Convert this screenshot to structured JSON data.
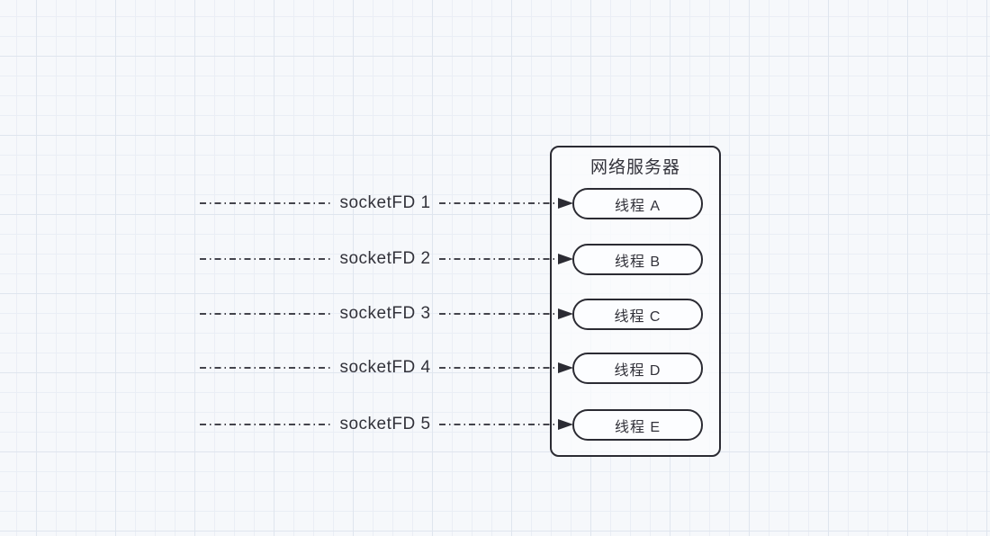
{
  "diagram": {
    "title_note": "",
    "server": {
      "title": "网络服务器"
    },
    "rows": [
      {
        "socket_label": "socketFD 1",
        "thread_label": "线程 A"
      },
      {
        "socket_label": "socketFD 2",
        "thread_label": "线程 B"
      },
      {
        "socket_label": "socketFD 3",
        "thread_label": "线程 C"
      },
      {
        "socket_label": "socketFD 4",
        "thread_label": "线程 D"
      },
      {
        "socket_label": "socketFD 5",
        "thread_label": "线程 E"
      }
    ],
    "colors": {
      "stroke": "#2b2b33",
      "text": "#32323a",
      "node_fill": "#fcfdff",
      "background": "#f6f8fb",
      "grid_major": "#dfe5ee",
      "grid_minor": "#eaeef5"
    }
  }
}
